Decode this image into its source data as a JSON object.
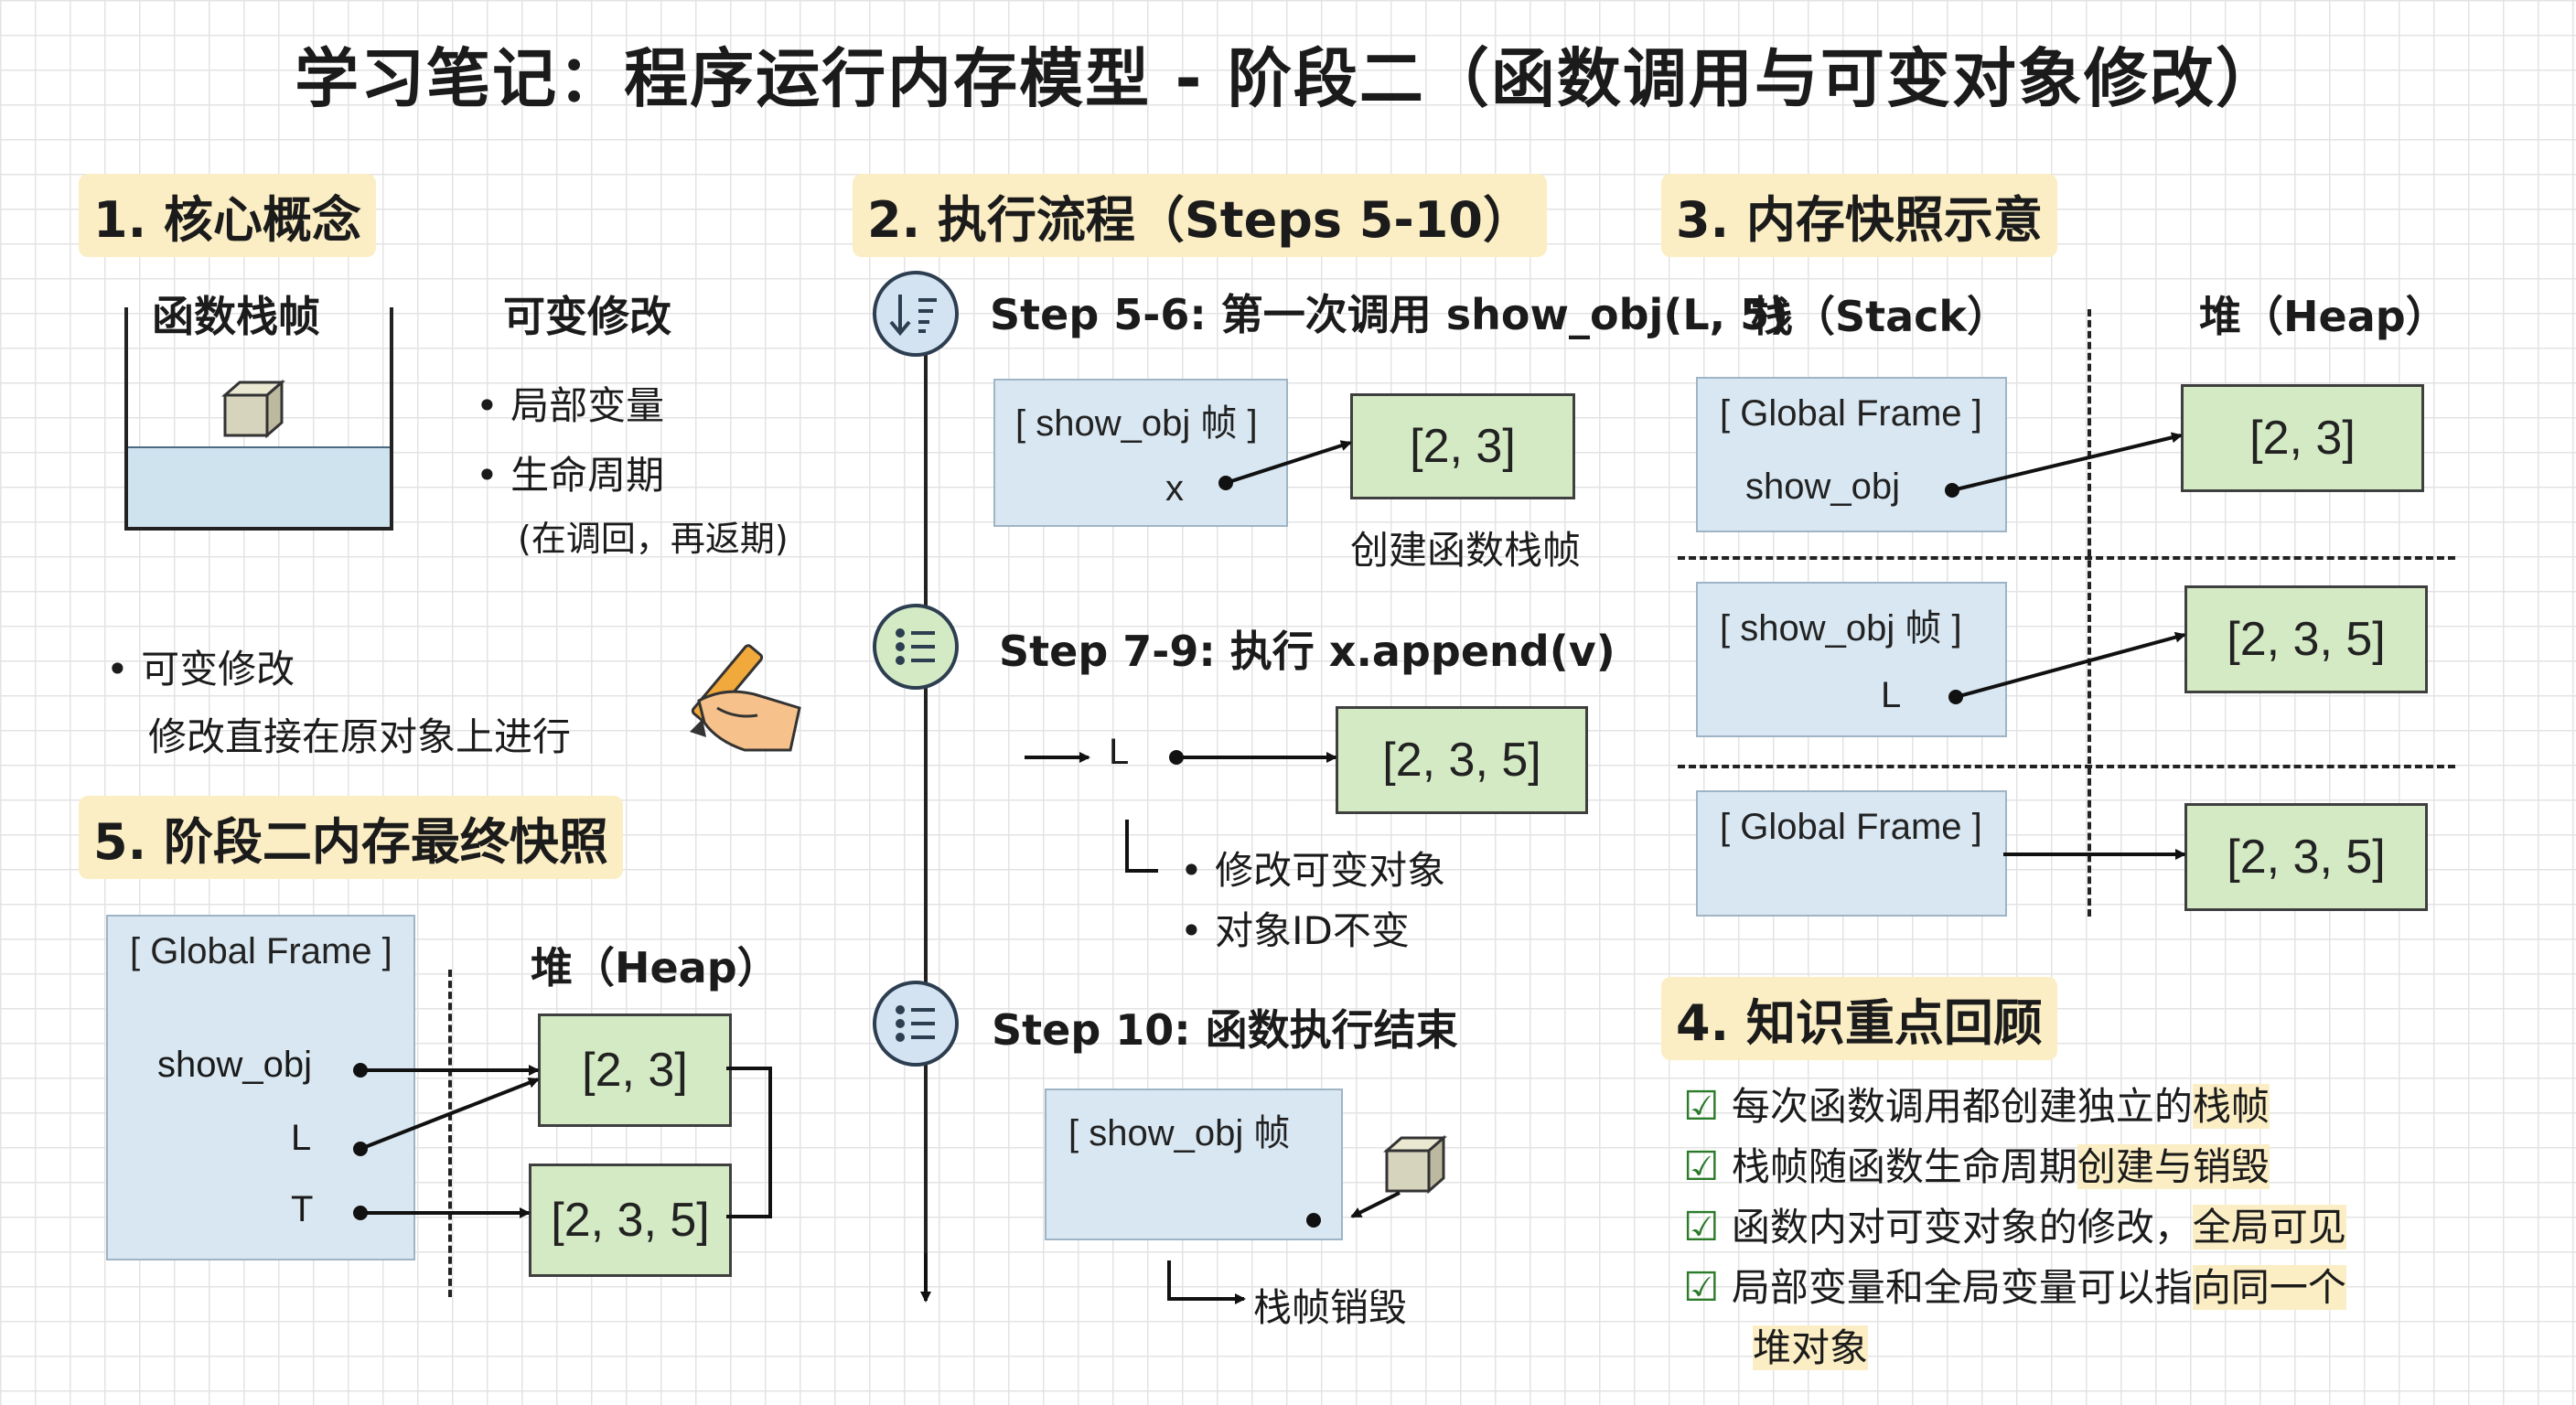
{
  "title": "学习笔记：程序运行内存模型 - 阶段二（函数调用与可变对象修改）",
  "s1": {
    "heading": "1. 核心概念",
    "stack_label": "函数栈帧",
    "mut_label": "可变修改",
    "bullet1": "局部变量",
    "bullet2": "生命周期",
    "note": "(在调回，再返期)",
    "mut_title": "可变修改",
    "mut_desc": "修改直接在原对象上进行"
  },
  "s2": {
    "heading": "2. 执行流程（Steps 5-10）",
    "step56": {
      "title": "Step 5-6: 第一次调用 show_obj(L, 5)",
      "frame": "[ show_obj 帧 ]",
      "var": "x",
      "heap": "[2, 3]",
      "caption": "创建函数栈帧"
    },
    "step79": {
      "title": "Step 7-9: 执行 x.append(v)",
      "var": "L",
      "heap": "[2, 3, 5]",
      "note1": "修改可变对象",
      "note2": "对象ID不变"
    },
    "step10": {
      "title": "Step 10: 函数执行结束",
      "frame": "[ show_obj 帧",
      "caption": "栈帧销毁"
    }
  },
  "s3": {
    "heading": "3. 内存快照示意",
    "stack_col": "栈（Stack）",
    "heap_col": "堆（Heap）",
    "row1": {
      "frame": "[ Global Frame ]",
      "var": "show_obj",
      "heap": "[2, 3]"
    },
    "row2": {
      "frame": "[ show_obj 帧 ]",
      "var": "L",
      "heap": "[2, 3, 5]"
    },
    "row3": {
      "frame": "[ Global Frame ]",
      "heap": "[2, 3, 5]"
    }
  },
  "s4": {
    "heading": "4. 知识重点回顾",
    "items": [
      {
        "plain": "每次函数调用都创建独立的",
        "hl": "栈帧"
      },
      {
        "plain": "栈帧随函数生命周期",
        "hl": "创建与销毁"
      },
      {
        "plain": "函数内对可变对象的修改，",
        "hl": "全局可见"
      },
      {
        "plain": "局部变量和全局变量可以指",
        "hl": "向同一个"
      }
    ],
    "item4_cont": "堆对象"
  },
  "s5": {
    "heading": "5. 阶段二内存最终快照",
    "frame": "[ Global Frame ]",
    "heap_col": "堆（Heap）",
    "vars": [
      "show_obj",
      "L",
      "T"
    ],
    "heap1": "[2, 3]",
    "heap2": "[2, 3, 5]"
  },
  "colors": {
    "highlight": "#fbeec4",
    "frame_fill": "#d8e7f2",
    "heap_fill": "#d4eac4",
    "check": "#2a7a2a"
  }
}
